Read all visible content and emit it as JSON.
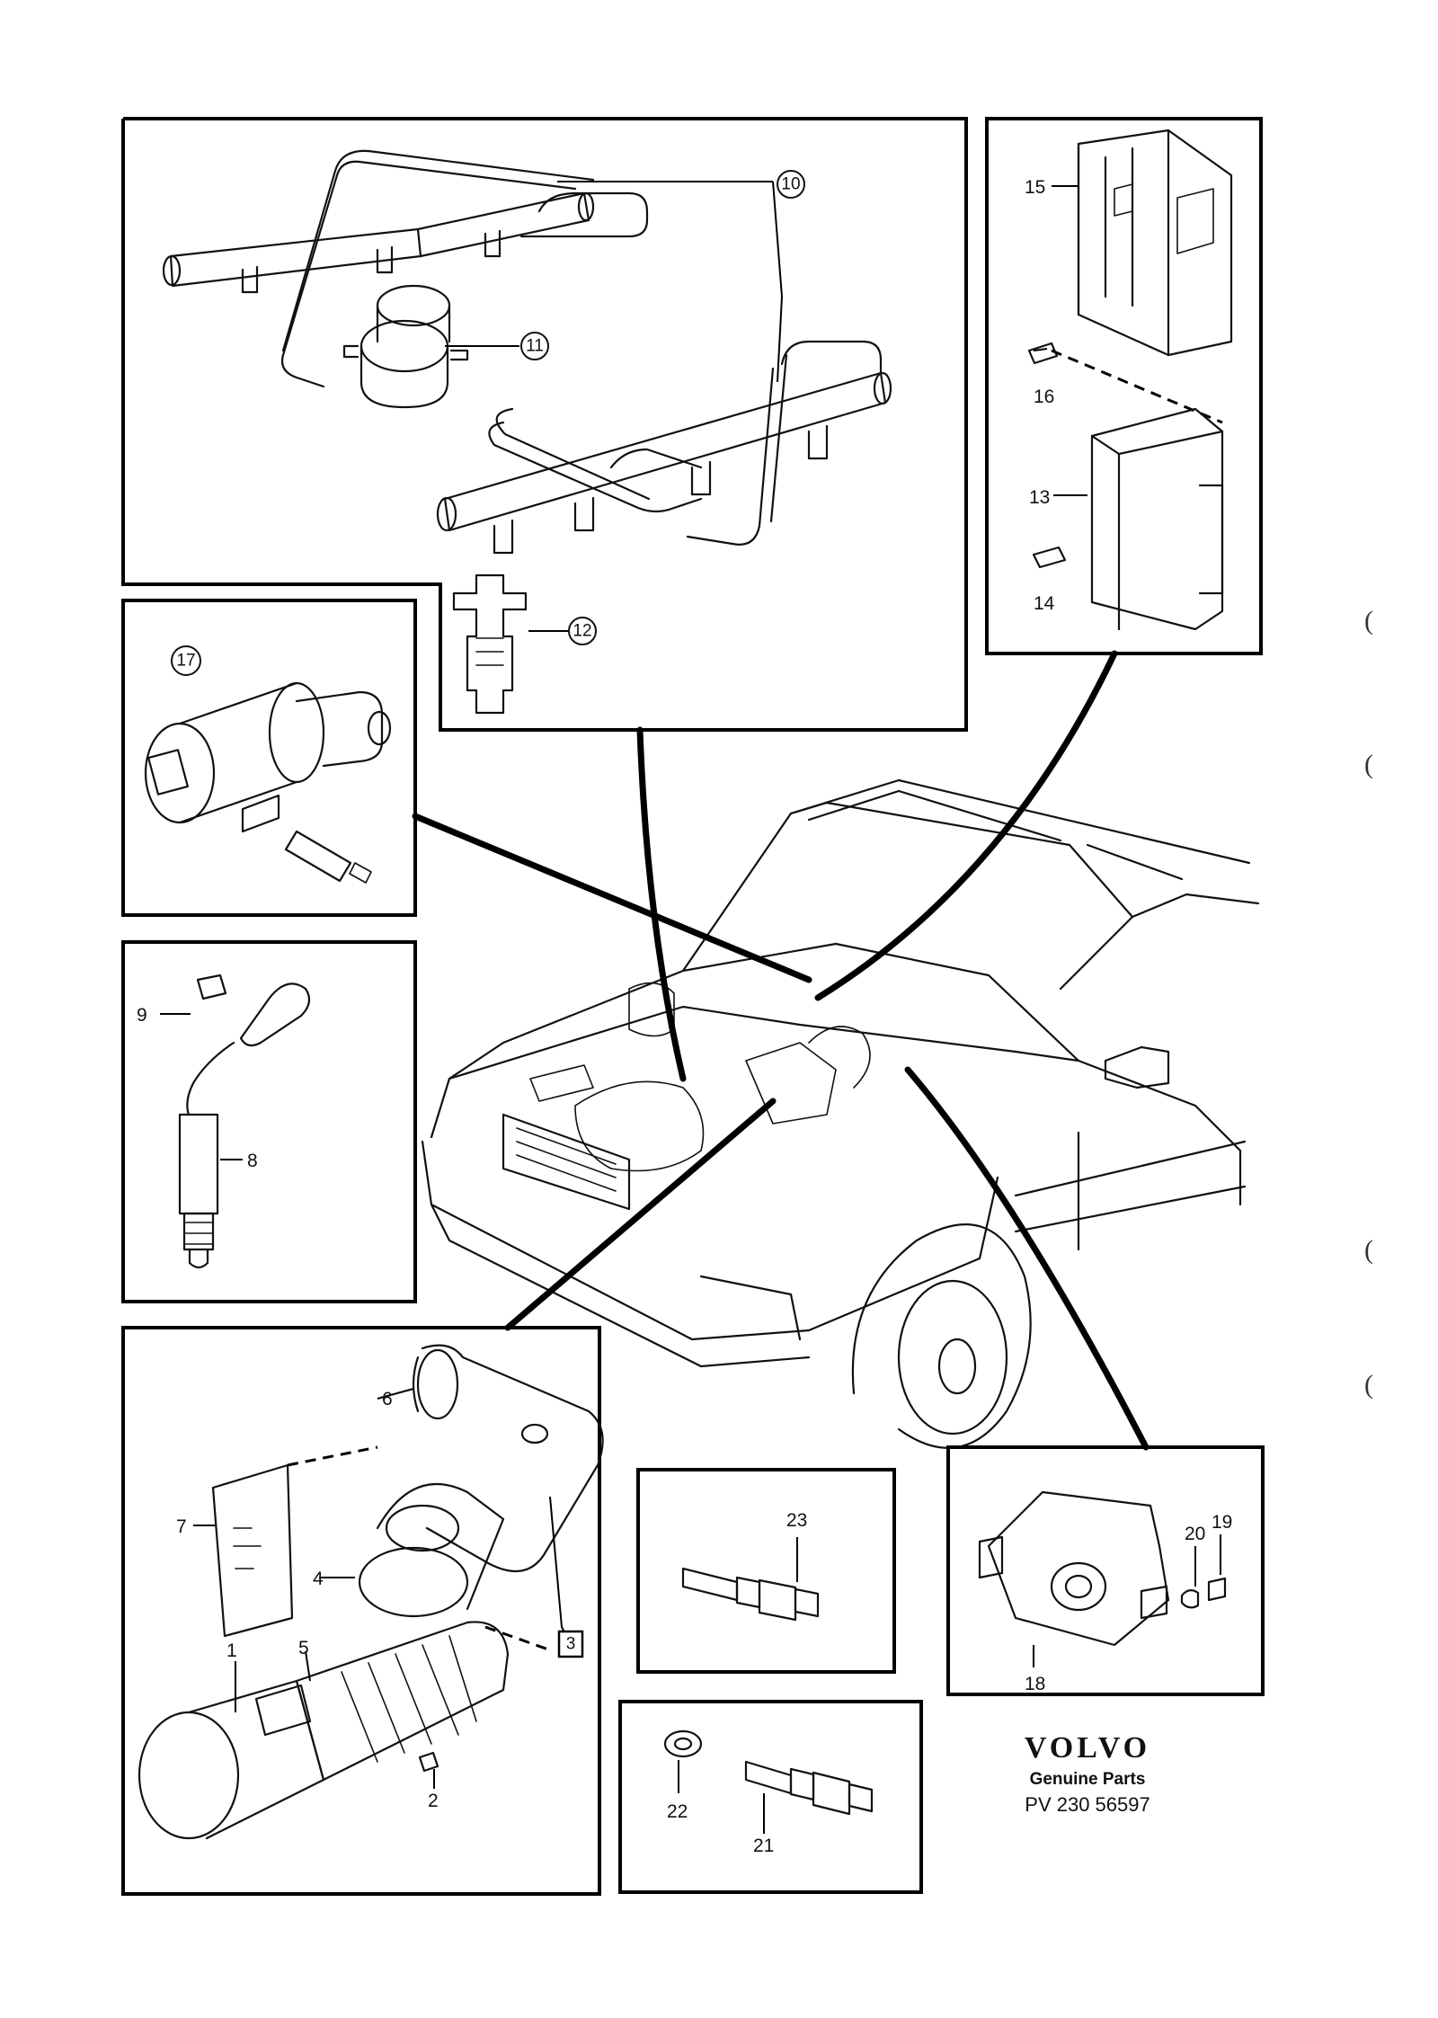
{
  "labels": {
    "p1": "1",
    "p2": "2",
    "p3": "3",
    "p4": "4",
    "p5": "5",
    "p6": "6",
    "p7": "7",
    "p8": "8",
    "p9": "9",
    "p10": "10",
    "p11": "11",
    "p12": "12",
    "p13": "13",
    "p14": "14",
    "p15": "15",
    "p16": "16",
    "p17": "17",
    "p18": "18",
    "p19": "19",
    "p20": "20",
    "p21": "21",
    "p22": "22",
    "p23": "23"
  },
  "brand": {
    "logo": "VOLVO",
    "tagline": "Genuine Parts",
    "code": "PV 230 56597"
  },
  "margin_marks": [
    "(",
    "(",
    "(",
    "("
  ]
}
